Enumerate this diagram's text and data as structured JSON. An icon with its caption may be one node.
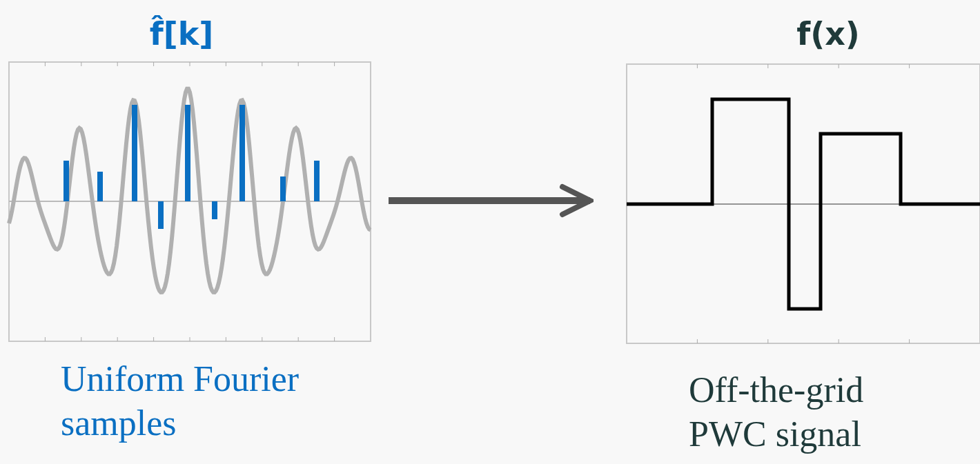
{
  "diagram": {
    "nodes": [
      {
        "text": [
          "f̂[k]"
        ],
        "beside": [
          "Uniform Fourier samples"
        ]
      },
      {
        "text": [
          "f(x)"
        ],
        "beside": [
          "Off-the-grid PWC signal"
        ]
      }
    ],
    "edges": [
      {
        "from": 0,
        "to": 1,
        "arrow": "to"
      }
    ]
  }
}
